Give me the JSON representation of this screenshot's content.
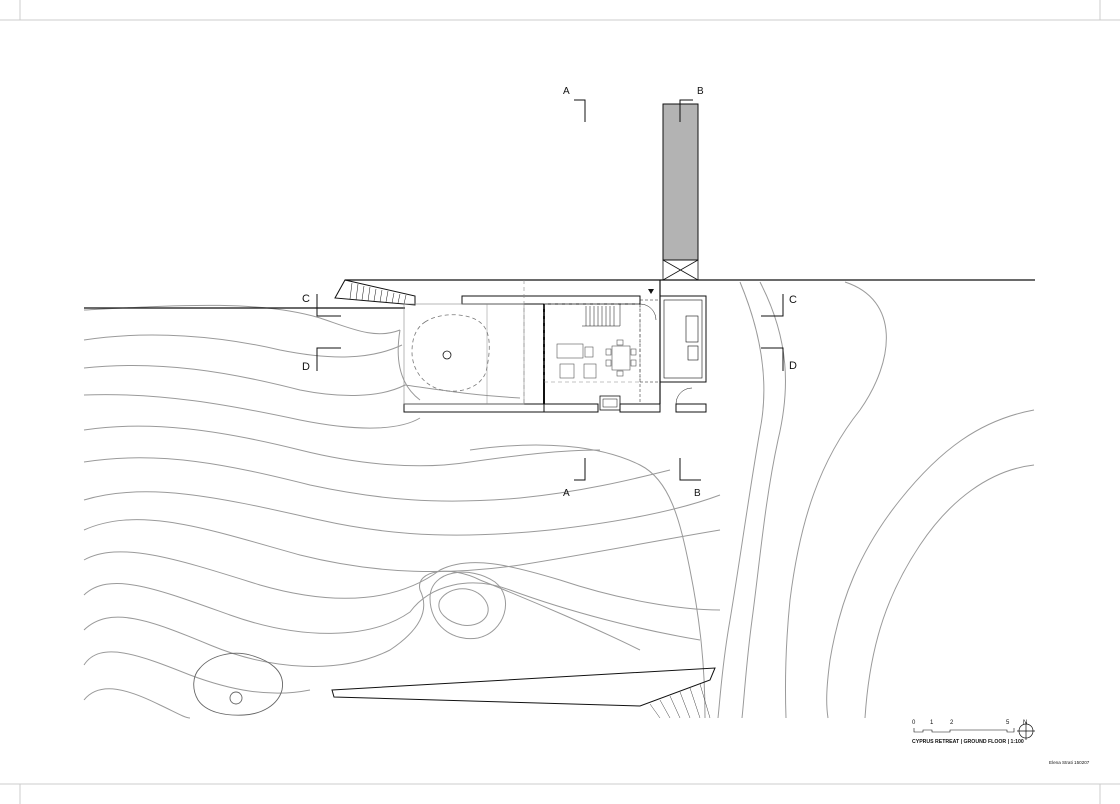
{
  "drawing": {
    "title_block": "CYPRUS RETREAT | GROUND FLOOR | 1:100",
    "author": "Elena Strati 150207",
    "scale_bar": {
      "ticks": [
        "0",
        "1",
        "2",
        "5"
      ]
    },
    "north_label": "N"
  },
  "section_markers": {
    "a_top": "A",
    "b_top": "B",
    "a_bottom": "A",
    "b_bottom": "B",
    "c_left": "C",
    "d_left": "D",
    "c_right": "C",
    "d_right": "D"
  },
  "colors": {
    "background": "#ffffff",
    "line": "#111111",
    "contour": "#9a9a9a",
    "fill_wall": "#b3b3b3"
  }
}
